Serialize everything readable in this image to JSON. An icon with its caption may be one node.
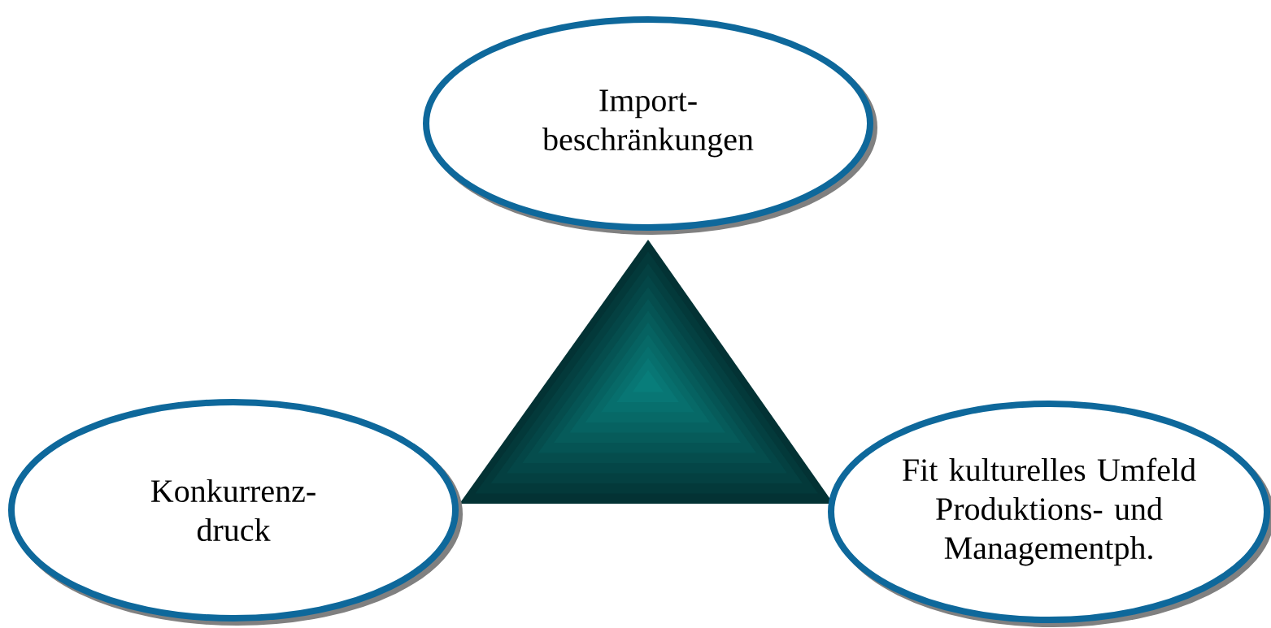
{
  "diagram": {
    "nodes": [
      {
        "text": [
          "Import- beschränkungen"
        ]
      },
      {
        "text": [
          "Konkurrenz- druck"
        ]
      },
      {
        "text": [
          "Fit kulturelles Umfeld Produktions- und Managementph."
        ]
      }
    ]
  }
}
